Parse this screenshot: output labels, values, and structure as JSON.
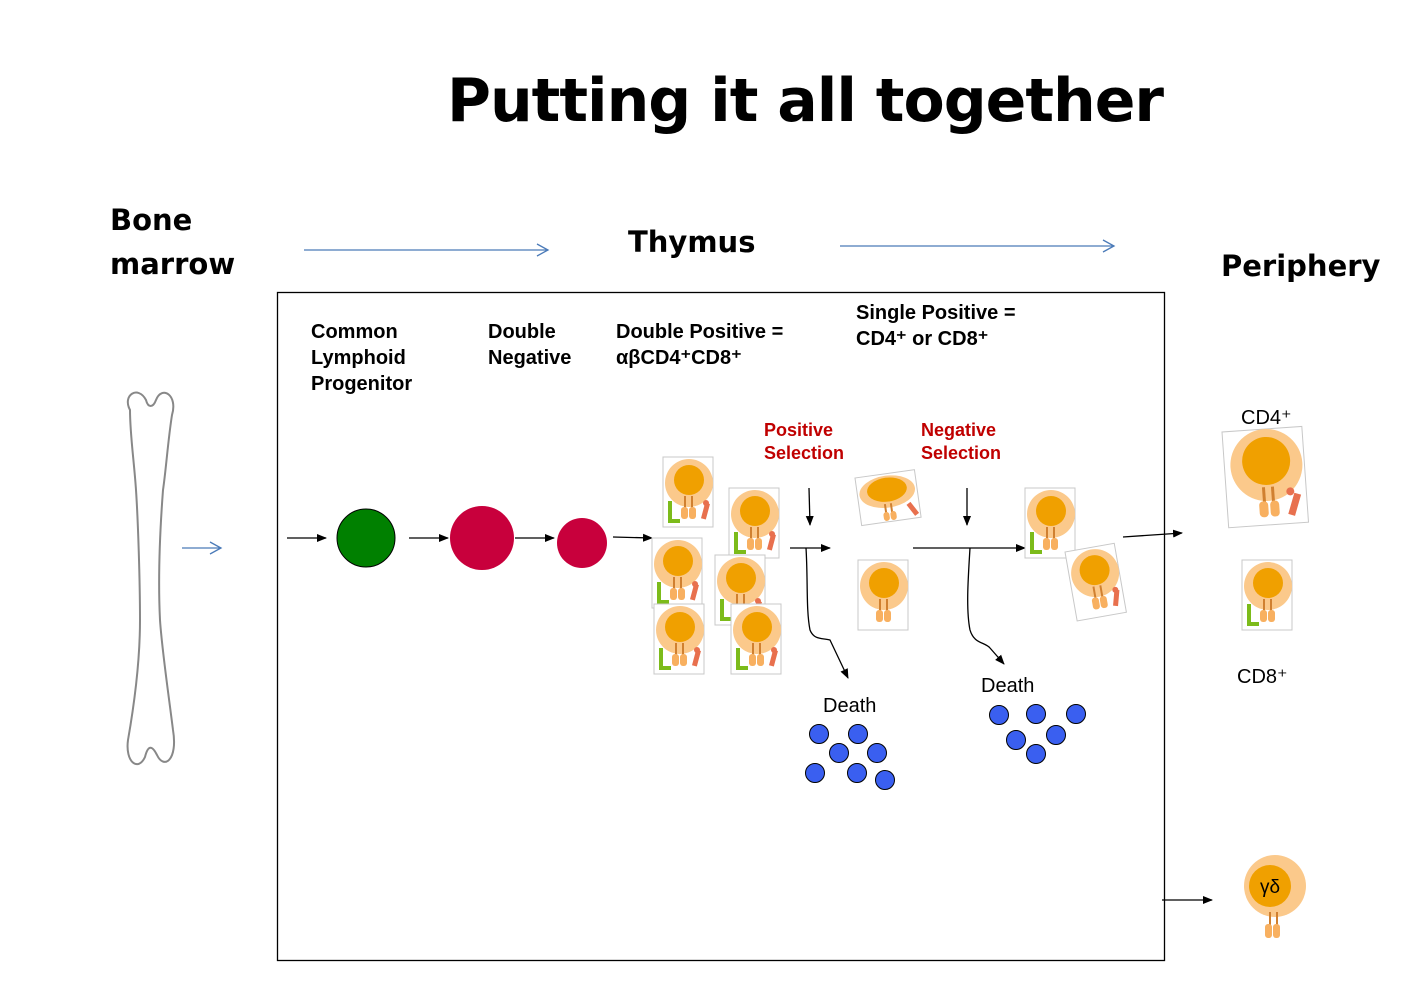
{
  "title": "Putting it all together",
  "regions": {
    "bone_marrow": "Bone marrow",
    "thymus": "Thymus",
    "periphery": "Periphery"
  },
  "stages": {
    "clp": "Common Lymphoid Progenitor",
    "double_negative": "Double Negative",
    "double_positive": "Double Positive = αβCD4⁺CD8⁺",
    "single_positive": "Single Positive = CD4⁺ or CD8⁺"
  },
  "selection": {
    "positive": "Positive Selection",
    "negative": "Negative Selection"
  },
  "death_labels": {
    "first": "Death",
    "second": "Death"
  },
  "periphery_labels": {
    "cd4": "CD4⁺",
    "cd8": "CD8⁺",
    "gamma_delta": "γδ"
  },
  "colors": {
    "clp_cell": "#008000",
    "dn_cell": "#c8003c",
    "dead_cell": "#3a5ff0",
    "t_cell_outer": "#fbc98b",
    "t_cell_nucleus": "#f0a000",
    "cd4_coreceptor": "#e8704e",
    "cd8_coreceptor": "#7cbb1a",
    "flow_arrow": "#4a7ab8",
    "selection_text": "#c00000"
  }
}
